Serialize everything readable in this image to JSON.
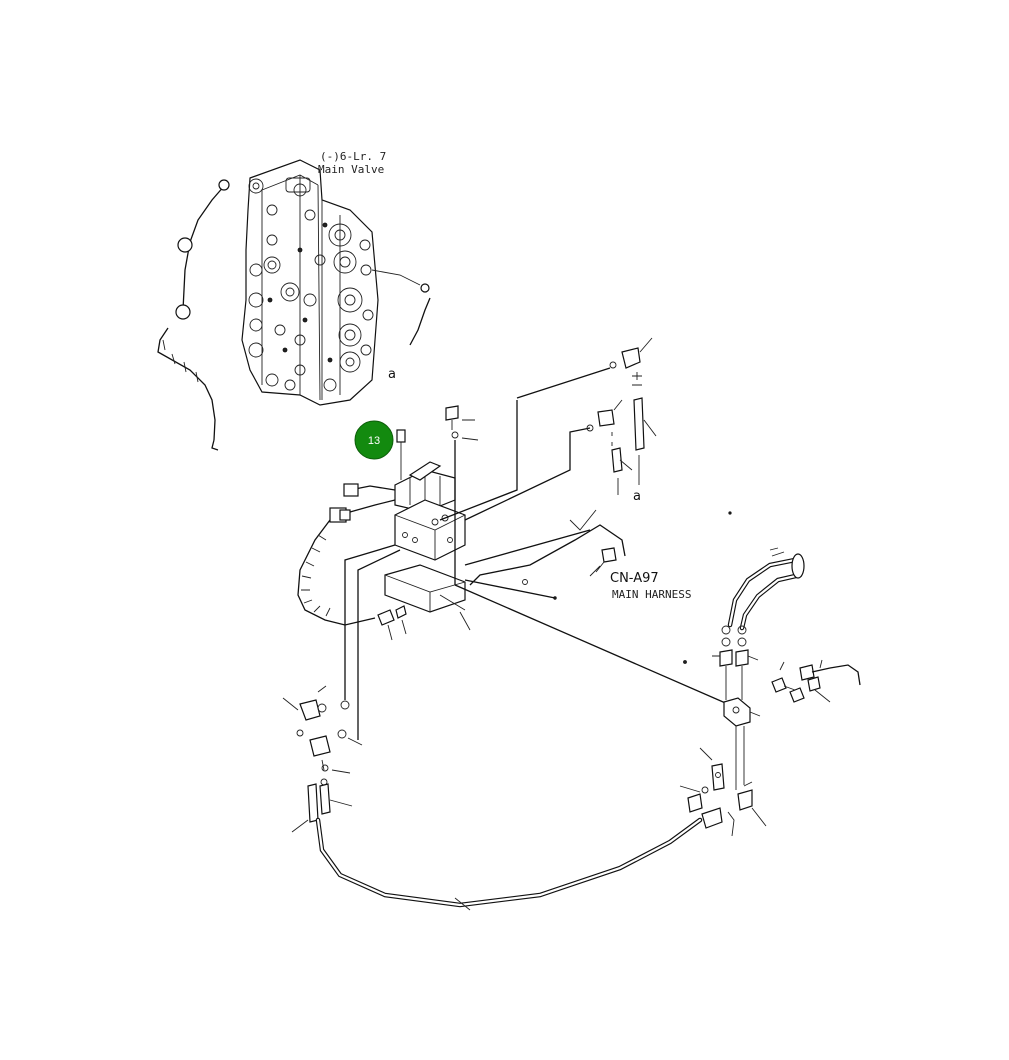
{
  "labels": {
    "main_valve_ref": "(-)6-Lr. 7",
    "main_valve": "Main Valve",
    "harness_connector": "CN-A97",
    "main_harness": "MAIN HARNESS",
    "ref_a_top": "a",
    "ref_a_right": "a"
  },
  "callout": {
    "number": "13",
    "color": "#138a0f"
  }
}
